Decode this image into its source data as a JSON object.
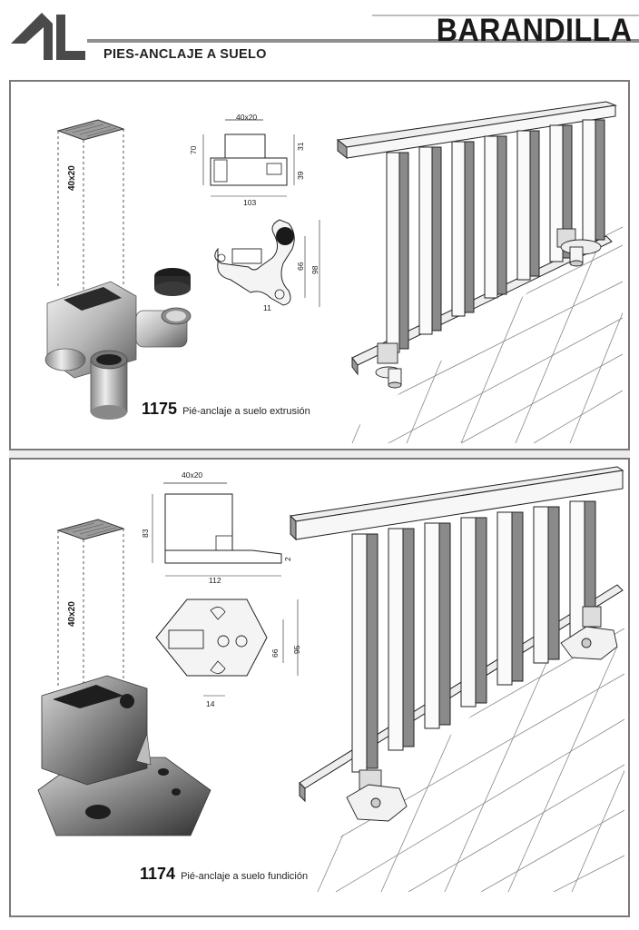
{
  "header": {
    "title": "BARANDILLA",
    "subtitle": "PIES-ANCLAJE A SUELO"
  },
  "products": [
    {
      "code": "1175",
      "description": "Pié-anclaje a suelo extrusión",
      "profile_label": "40x20",
      "dimensions": {
        "top_width": "40x20",
        "height": "70",
        "upper_part": "31",
        "lower_part": "39",
        "base_length": "103",
        "plan_width": "66",
        "plan_total": "98",
        "plate": "11"
      }
    },
    {
      "code": "1174",
      "description": "Pié-anclaje a suelo fundición",
      "profile_label": "40x20",
      "dimensions": {
        "top_width": "40x20",
        "height": "83",
        "base_length": "112",
        "thickness": "2",
        "plan_width": "66",
        "plan_total": "95",
        "hole_offset": "14"
      }
    }
  ],
  "colors": {
    "rule": "#8f8f8f",
    "frame": "#7a7a7a",
    "metal_light": "#e6e6e6",
    "metal_dark": "#6f6f6f"
  }
}
